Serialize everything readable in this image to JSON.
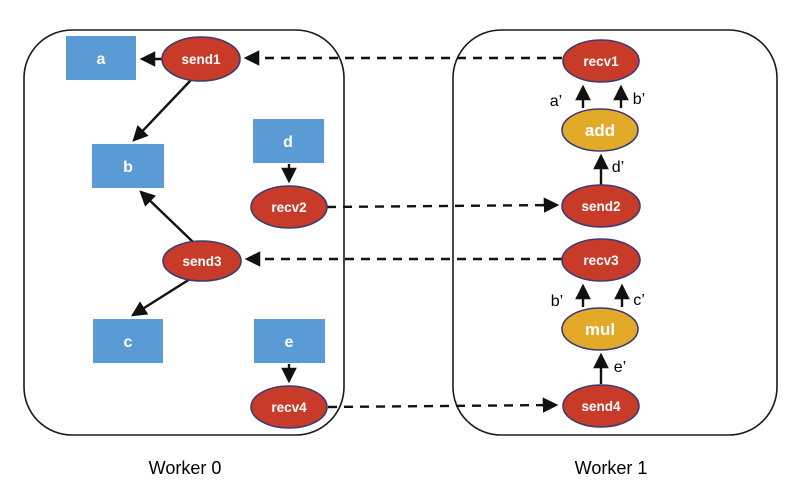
{
  "colors": {
    "background": "#ffffff",
    "tensor_blue": "#5B9BD5",
    "comm_red": "#C83B28",
    "op_gold": "#E3AA2A",
    "node_stroke": "#3E3B72",
    "line_black": "#111111",
    "text_light": "#ffffff",
    "text_dark": "#000000"
  },
  "worker0": {
    "label": "Worker 0",
    "nodes": {
      "a": "a",
      "b": "b",
      "c": "c",
      "d": "d",
      "e": "e",
      "send1": "send1",
      "recv2": "recv2",
      "send3": "send3",
      "recv4": "recv4"
    }
  },
  "worker1": {
    "label": "Worker 1",
    "nodes": {
      "recv1": "recv1",
      "add": "add",
      "send2": "send2",
      "recv3": "recv3",
      "mul": "mul",
      "send4": "send4"
    },
    "edge_labels": {
      "a_prime": "a’",
      "b_prime_top": "b’",
      "d_prime": "d’",
      "b_prime_bottom": "b’",
      "c_prime": "c’",
      "e_prime": "e’"
    }
  },
  "edges": {
    "solid": [
      {
        "from": "send1",
        "to": "a"
      },
      {
        "from": "send1",
        "to": "b"
      },
      {
        "from": "send3",
        "to": "b"
      },
      {
        "from": "send3",
        "to": "c"
      },
      {
        "from": "d",
        "to": "recv2"
      },
      {
        "from": "e",
        "to": "recv4"
      },
      {
        "from": "add",
        "to": "recv1",
        "label": "a’"
      },
      {
        "from": "add",
        "to": "recv1",
        "label": "b’"
      },
      {
        "from": "send2",
        "to": "add",
        "label": "d’"
      },
      {
        "from": "mul",
        "to": "recv3",
        "label": "b’"
      },
      {
        "from": "mul",
        "to": "recv3",
        "label": "c’"
      },
      {
        "from": "send4",
        "to": "mul",
        "label": "e’"
      }
    ],
    "dashed": [
      {
        "from": "recv1",
        "to": "send1"
      },
      {
        "from": "recv2",
        "to": "send2"
      },
      {
        "from": "recv3",
        "to": "send3"
      },
      {
        "from": "recv4",
        "to": "send4"
      }
    ]
  }
}
